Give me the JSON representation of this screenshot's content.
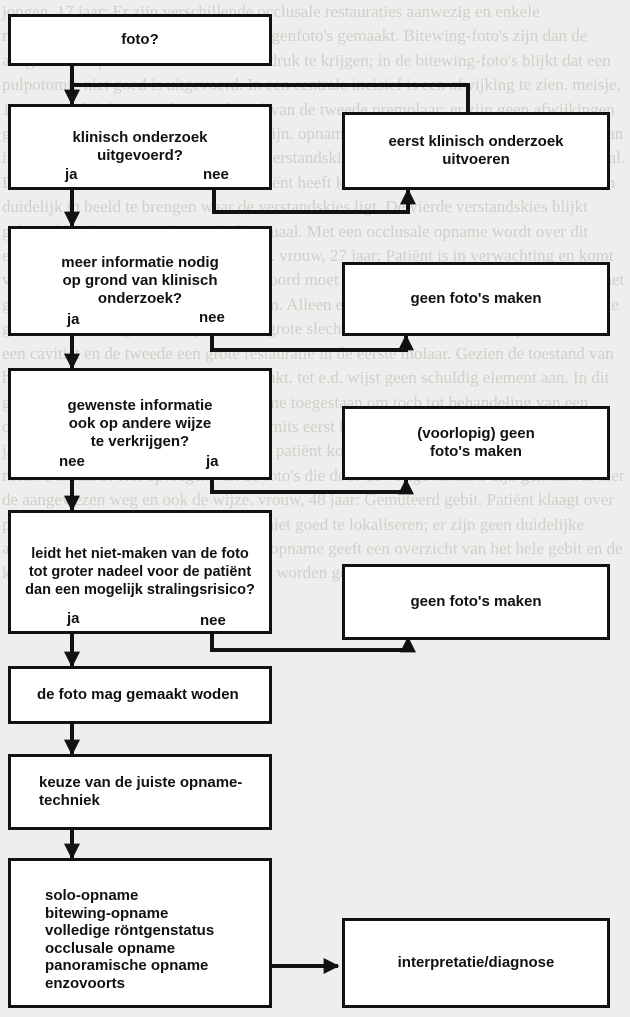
{
  "background_text": "jongen, 17 jaar: Er zijn verschillende occlusale restauraties aanwezig en enkele meervlaksrestauraties. Er zijn geen röntgenfoto's gemaakt. Bitewing-foto's zijn dan de aangewezen opnamen om een valide indruk te krijgen; in de bitewing-foto's blijkt dat een pulpotomie niet goed is uitgevoerd. In een centrale incisief is een afwijking te zien. meisje, 16 jaar: Kodelijk gaat gebit met distaal van de tweede premolaar; er zijn geen afwijkingen gevonden. Dit heeft het gebit gewenst zijn. opnamen, bij voorkeur gemaakt met behulp van instelapparatuur, jongen, 21 jaar: Drie verstandskiezen zijn doorgebroken en één is mesiaal. De vierde is niet klinisch zichtbaar. Patiënt heeft klachten van de vierde verstandskies. om duidelijk in beeld te brengen waar de verstandskies ligt. De vierde verstandskies blijkt gekanteld te liggen naar buccaal of linguaal. Met een occlusale opname wordt over dit element volledige informatie verkregen. vrouw, 27 jaar: Patiënt is in verwachting en komt voor controle. Zij vraagt of er een antwoord moet gegeven worden over de toestand van het gebit; er zijn weinig of geen afwijkingen. Alleen een bitewing-opname kan in het achterste gebied uitsluitsel geven. cuspidaat een grote slecht restauratie in de tweede premolaar en een cavitiet en de tweede een grote restauratie in de eerste molaar. Gezien de toestand van het gebit worden er röntgenfoto's gemaakt. tet e.d. wijst geen schuldig element aan. In dit geval is bij uitzondering één solo-opname toegestaan om toch tot behandeling van een opgetreden klachten te kunnen komen, mits eerst klinisch onderzoek gedaan is. man, 45 jaar: Goed gebit bij klinisch onderzoek; patiënt komt in verband met verhuizing bij een nieuwe tandarts. Het opvragen van de foto's die door de vorige tandarts zijn gemaakt is hier de aangewezen weg en ook de wijze. vrouw, 48 jaar: Gemuteerd gebit. Patiënt klaagt over pijn in de onderkaak. De klachten zijn niet goed te lokaliseren; er zijn geen duidelijke afwijkingen te zien. Een panoramische opname geeft een overzicht van het hele gebit en de kaken, zodat een eventuele oorzaak kan worden gevonden en behandeld.",
  "boxes": {
    "foto": "foto?",
    "klinisch": "klinisch onderzoek\nuitgevoerd?",
    "eerst": "eerst klinisch onderzoek\nuitvoeren",
    "meer_info": "meer informatie nodig\nop grond van klinisch\nonderzoek?",
    "geen1": "geen foto's maken",
    "gewenste": "gewenste informatie\nook op andere wijze\nte verkrijgen?",
    "voorlopig": "(voorlopig) geen\nfoto's maken",
    "leidt": "leidt het niet-maken van de foto\ntot groter nadeel voor de patiënt\ndan een mogelijk stralingsrisico?",
    "geen2": "geen foto's maken",
    "mag": "de foto mag gemaakt woden",
    "keuze": "keuze van de juiste opname-\ntechniek",
    "opnamen": "solo-opname\nbitewing-opname\nvolledige röntgenstatus\nocclusale opname\npanoramische opname\nenzovoorts",
    "interpretatie": "interpretatie/diagnose"
  },
  "labels": {
    "ja1": "ja",
    "nee1": "nee",
    "ja2": "ja",
    "nee2": "nee",
    "nee3": "nee",
    "ja3": "ja",
    "ja4": "ja",
    "nee4": "nee"
  }
}
